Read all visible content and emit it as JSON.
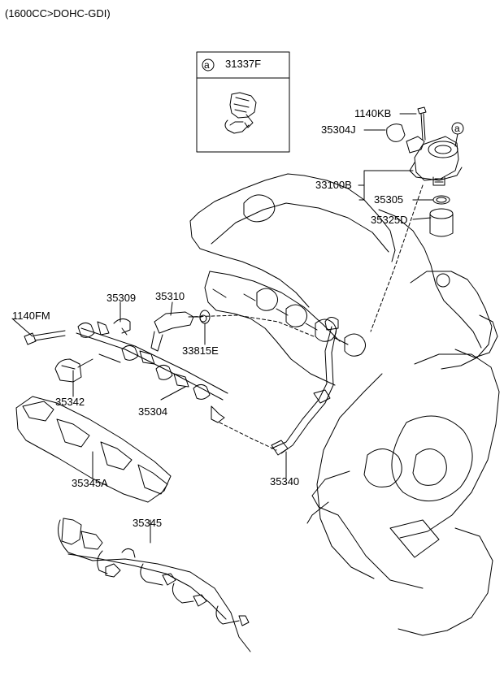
{
  "header": {
    "engine_spec": "(1600CC>DOHC-GDI)"
  },
  "detail_box": {
    "marker": "a",
    "part_no": "31337F"
  },
  "pump_marker": "a",
  "labels": {
    "p1140KB": "1140KB",
    "p35304J": "35304J",
    "p33100B": "33100B",
    "p35305": "35305",
    "p35325D": "35325D",
    "p1140FM": "1140FM",
    "p35309": "35309",
    "p35310": "35310",
    "p33815E": "33815E",
    "p35342": "35342",
    "p35304": "35304",
    "p35345A": "35345A",
    "p35340": "35340",
    "p35345": "35345"
  }
}
